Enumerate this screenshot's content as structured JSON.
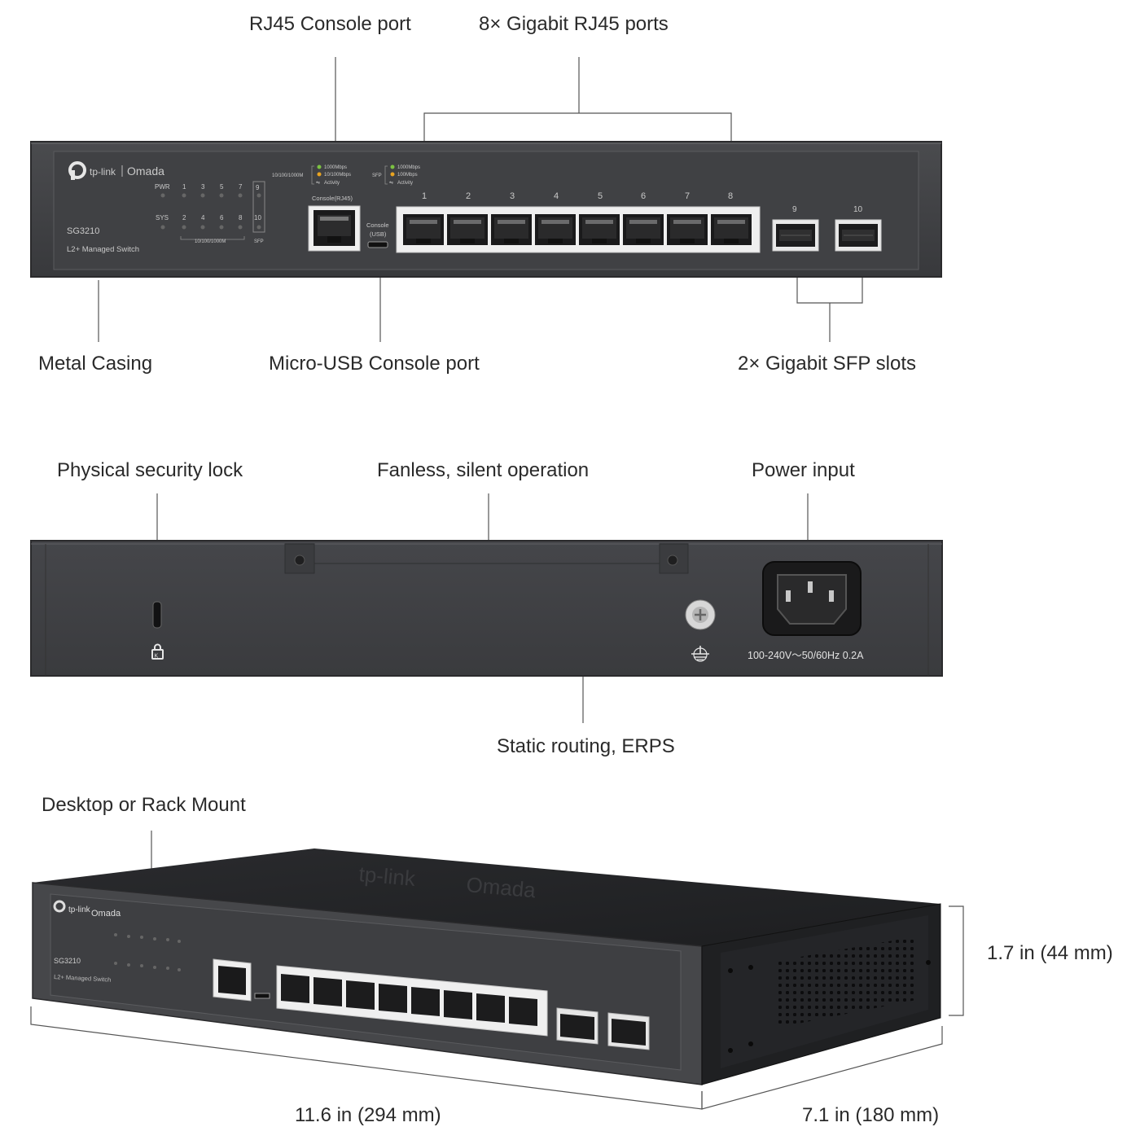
{
  "callouts": {
    "rj45_console": "RJ45 Console port",
    "gigabit_ports": "8× Gigabit RJ45 ports",
    "metal_casing": "Metal Casing",
    "micro_usb": "Micro-USB Console port",
    "sfp_slots": "2× Gigabit SFP slots",
    "security_lock": "Physical security lock",
    "fanless": "Fanless, silent operation",
    "power_input": "Power input",
    "static_routing": "Static routing, ERPS",
    "mount": "Desktop or Rack Mount"
  },
  "dimensions": {
    "height": "1.7 in (44 mm)",
    "width": "11.6 in (294 mm)",
    "depth": "7.1 in (180 mm)"
  },
  "front_panel": {
    "brand": "tp-link",
    "sub_brand": "Omada",
    "model": "SG3210",
    "model_desc": "L2+ Managed Switch",
    "led_pwr": "PWR",
    "led_sys": "SYS",
    "led_top_numbers": [
      "1",
      "3",
      "5",
      "7"
    ],
    "led_bottom_numbers": [
      "2",
      "4",
      "6",
      "8"
    ],
    "led_sfp_top": "9",
    "led_sfp_bottom": "10",
    "led_group_label": "10/100/1000M",
    "sfp_label": "SFP",
    "legend_speed_label": "10/100/1000M",
    "legend_rj45": [
      "1000Mbps",
      "10/100Mbps",
      "Activity"
    ],
    "legend_sfp_label": "SFP",
    "legend_sfp": [
      "1000Mbps",
      "100Mbps",
      "Activity"
    ],
    "console_rj45_label": "Console(RJ45)",
    "console_usb_line1": "Console",
    "console_usb_line2": "(USB)",
    "port_numbers": [
      "1",
      "2",
      "3",
      "4",
      "5",
      "6",
      "7",
      "8"
    ],
    "sfp_numbers": [
      "9",
      "10"
    ]
  },
  "rear_panel": {
    "power_rating": "100-240V～50/60Hz 0.2A"
  },
  "colors": {
    "chassis": "#3d3e41",
    "chassis_dark": "#2b2c2f",
    "led_green": "#7cc242",
    "led_amber": "#e8a321",
    "port_white": "#ececec"
  }
}
